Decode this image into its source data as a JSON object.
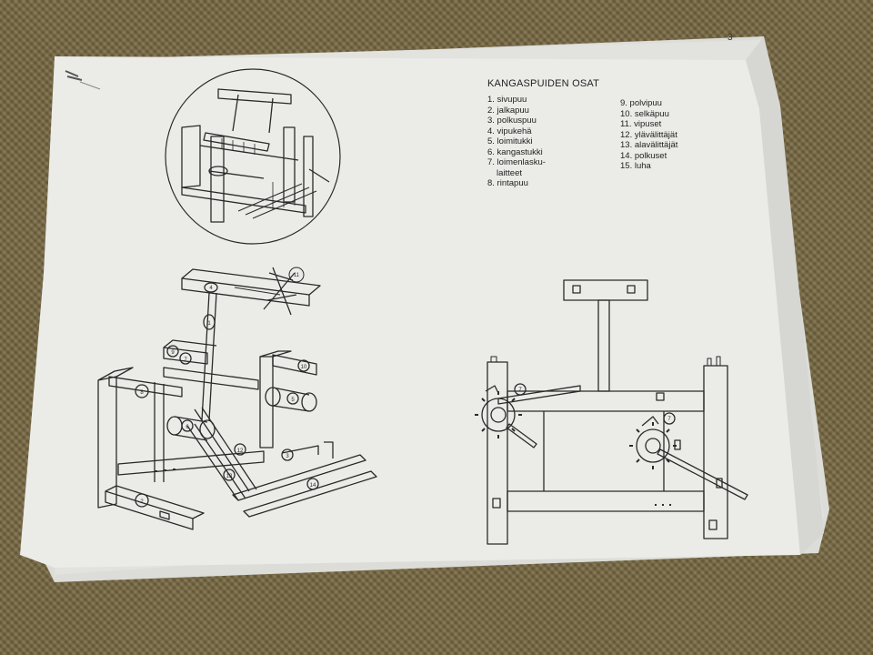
{
  "page_number": "3",
  "parts_list": {
    "title": "KANGASPUIDEN OSAT",
    "left_column": [
      "1. sivupuu",
      "2. jalkapuu",
      "3. polkuspuu",
      "4. vipukehä",
      "5. loimitukki",
      "6. kangastukki",
      "7. loimenlasku-",
      "laitteet",
      "8. rintapuu"
    ],
    "right_column": [
      "9. polvipuu",
      "10. selkäpuu",
      "11. vipuset",
      "12. ylävälittäjät",
      "13. alavälittäjät",
      "14. polkuset",
      "15. luha"
    ]
  },
  "callouts": {
    "exploded": [
      "1",
      "2",
      "3",
      "4",
      "5",
      "6",
      "7",
      "8",
      "9",
      "10",
      "11",
      "12",
      "13",
      "14",
      "15"
    ],
    "side_view": [
      "7",
      "7"
    ]
  },
  "colors": {
    "paper": "#ebebe8",
    "ink": "#2a2a2a",
    "carpet": "#7a6b45"
  }
}
